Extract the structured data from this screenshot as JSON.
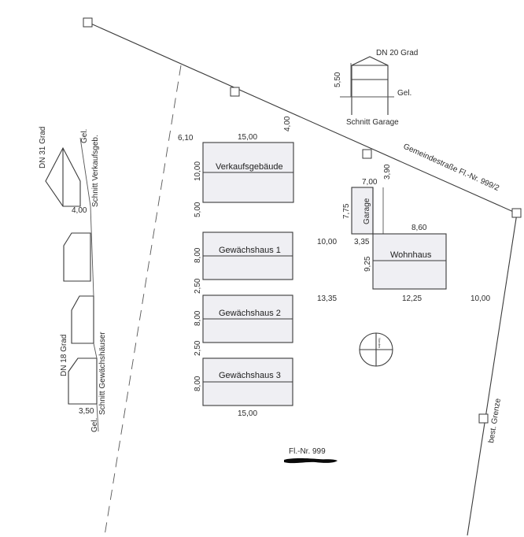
{
  "road": {
    "label": "Gemeindestraße Fl.-Nr. 999/2"
  },
  "boundary": {
    "label": "best. Grenze"
  },
  "parcel": {
    "label": "Fl.-Nr. 999"
  },
  "north_arrow": {
    "label": "Norden"
  },
  "buildings": {
    "verkauf": {
      "name": "Verkaufsgebäude",
      "width": "15,00",
      "depth": "10,00"
    },
    "gh1": {
      "name": "Gewächshaus 1",
      "depth": "8,00"
    },
    "gh2": {
      "name": "Gewächshaus 2",
      "depth": "8,00"
    },
    "gh3": {
      "name": "Gewächshaus 3",
      "depth": "8,00",
      "width": "15,00"
    },
    "garage": {
      "name": "Garage",
      "width": "7,00",
      "depth": "7,75",
      "setback": "3,90"
    },
    "wohnhaus": {
      "name": "Wohnhaus",
      "width": "12,25",
      "depth": "9,25",
      "top_length": "8,60",
      "offset": "3,35"
    }
  },
  "dimensions": {
    "left_top": "6,10",
    "road_gap": "4,00",
    "gap_1": "5,00",
    "gap_2": "2,50",
    "gap_3": "2,50",
    "mid_top": "10,00",
    "mid_bottom": "13,35",
    "right_gap": "10,00"
  },
  "sections": {
    "verkauf": {
      "roof": "DN 31 Grad",
      "gel": "Gel.",
      "title": "Schnitt Verkaufsgeb.",
      "height": "4,00"
    },
    "gewaechs": {
      "roof": "DN 18 Grad",
      "gel": "Gel.",
      "title": "Schnitt Gewächshäuser",
      "height": "3,50"
    },
    "garage": {
      "roof": "DN 20 Grad",
      "height": "5,50",
      "gel": "Gel.",
      "title": "Schnitt Garage"
    }
  }
}
